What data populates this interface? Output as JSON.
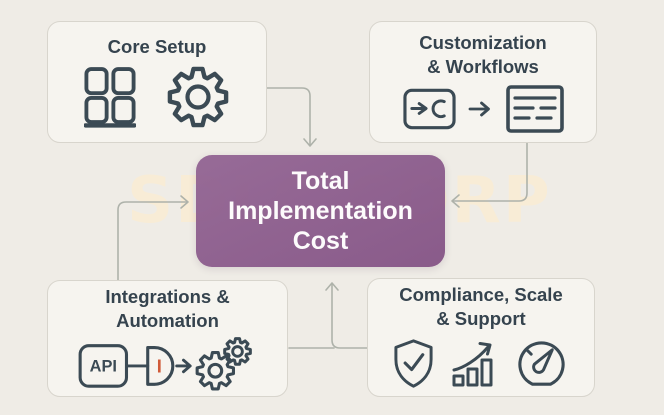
{
  "watermark": "SDLC CORP",
  "center": {
    "title": [
      "Total",
      "Implementation",
      "Cost"
    ]
  },
  "boxes": {
    "core_setup": {
      "title": [
        "Core Setup"
      ],
      "icons": [
        "grid-apps-icon",
        "gear-icon"
      ]
    },
    "customization_workflows": {
      "title": [
        "Customization",
        "& Workflows"
      ],
      "icons": [
        "converge-arrows-icon",
        "arrow-right-icon",
        "form-lines-icon"
      ]
    },
    "integrations_automation": {
      "title": [
        "Integrations &",
        "Automation"
      ],
      "icons": [
        "api-chip-icon",
        "logic-gate-icon",
        "arrow-right-icon",
        "gears-icon"
      ],
      "api_label": "API",
      "gate_label": "I"
    },
    "compliance_scale_support": {
      "title": [
        "Compliance, Scale",
        "& Support"
      ],
      "icons": [
        "shield-check-icon",
        "growth-chart-icon",
        "gauge-icon"
      ]
    }
  },
  "colors": {
    "background": "#efece6",
    "card_fill": "#f6f4ef",
    "card_border": "#d8d5cd",
    "icon_and_text": "#3b4a54",
    "accent_purple": "#8a5a8b",
    "center_text": "#fdfbfc",
    "watermark_peach": "#f8ecd6",
    "connector_gray": "#aeb2aa",
    "gate_accent_orange": "#d05a38"
  }
}
